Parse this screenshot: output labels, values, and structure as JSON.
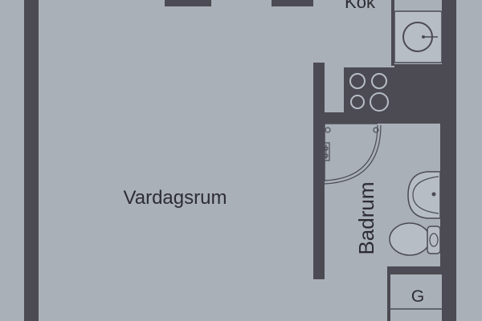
{
  "rooms": {
    "living": "Vardagsrum",
    "kitchen": "Kök",
    "bathroom": "Badrum",
    "storage": "G"
  },
  "colors": {
    "background": "#a9b0b8",
    "wall": "#4c4a52",
    "text": "#2e2c33"
  },
  "icons": [
    "sink-icon",
    "stove-icon",
    "shower-icon",
    "washbasin-icon",
    "toilet-icon"
  ]
}
